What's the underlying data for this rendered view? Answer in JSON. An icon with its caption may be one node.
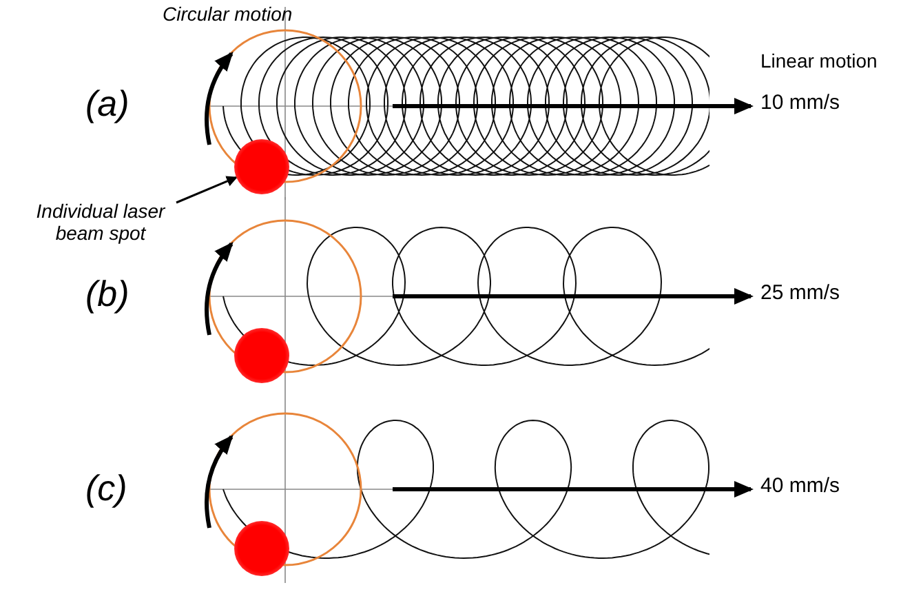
{
  "diagram": {
    "nodes": [
      {
        "text": [
          "Individual laser beam spot"
        ]
      },
      {
        "text": [],
        "shape": "circle"
      },
      {
        "text": [],
        "shape": "circle"
      },
      {
        "text": [],
        "shape": "circle"
      }
    ],
    "edges": [
      {
        "from": 0,
        "to": 1,
        "arrow": "to"
      }
    ],
    "labels": [
      "Circular motion",
      "Linear motion",
      "(a)",
      "10 mm/s",
      "(b)",
      "25 mm/s",
      "(c)",
      "40 mm/s"
    ]
  }
}
